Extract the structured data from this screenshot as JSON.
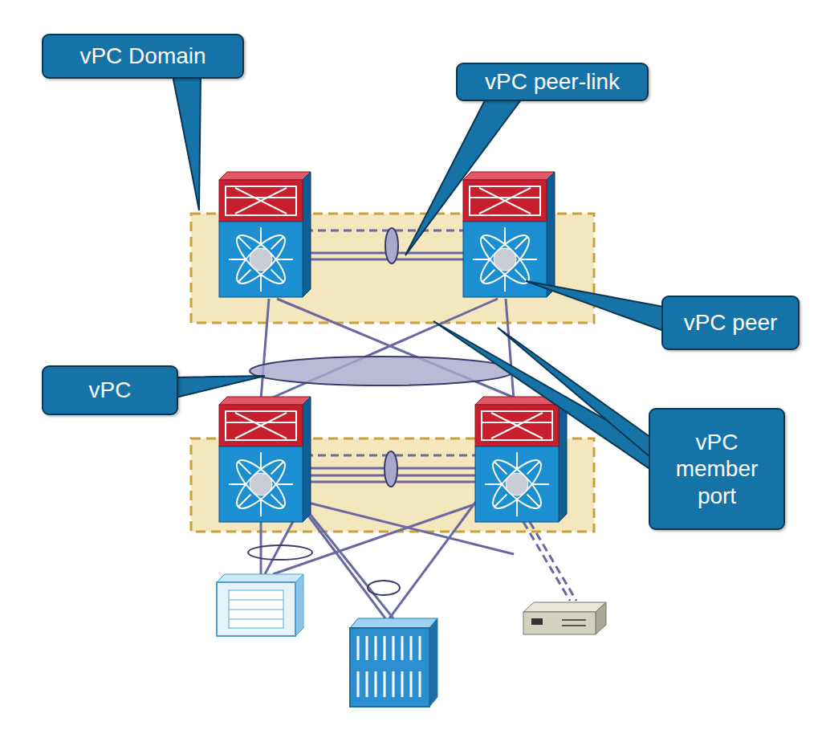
{
  "diagram": {
    "nodes": [
      {
        "text": [
          "vPC Domain"
        ]
      },
      {
        "text": [
          "vPC peer-link"
        ]
      },
      {
        "text": [
          "vPC peer"
        ]
      },
      {
        "text": [
          "vPC"
        ]
      },
      {
        "text": [
          "vPC member port"
        ]
      }
    ]
  }
}
